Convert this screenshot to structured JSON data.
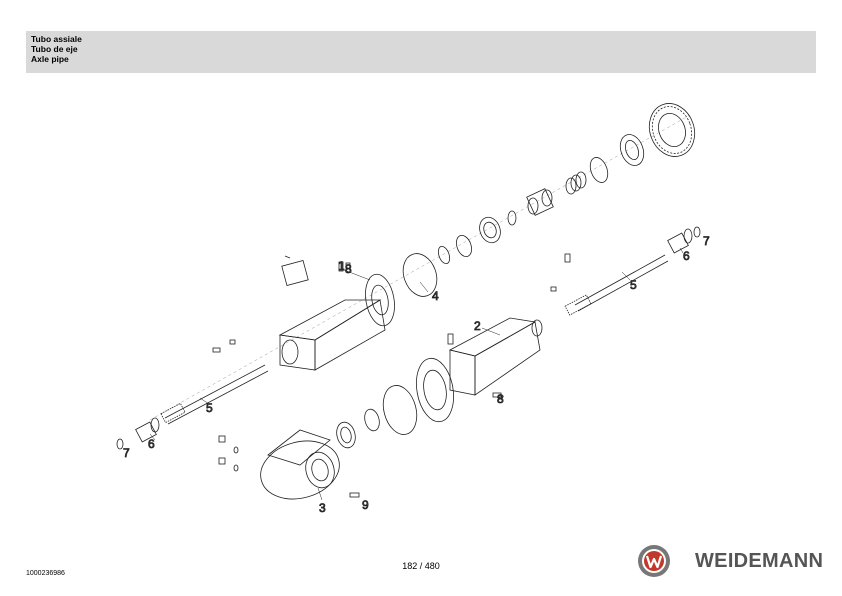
{
  "header": {
    "title_it": "Tubo assiale",
    "title_es": "Tubo de eje",
    "title_en": "Axle pipe"
  },
  "callouts": {
    "c1": "1",
    "c2": "2",
    "c3": "3",
    "c4": "4",
    "c5a": "5",
    "c5b": "5",
    "c6a": "6",
    "c6b": "6",
    "c7a": "7",
    "c7b": "7",
    "c8a": "8",
    "c8b": "8",
    "c9": "9"
  },
  "footer": {
    "doc_number": "1000236986",
    "page": "182 / 480",
    "brand": "WEIDEMANN"
  },
  "colors": {
    "header_bg": "#d9d9d9",
    "logo_red": "#c0392b",
    "logo_grey": "#777777"
  }
}
